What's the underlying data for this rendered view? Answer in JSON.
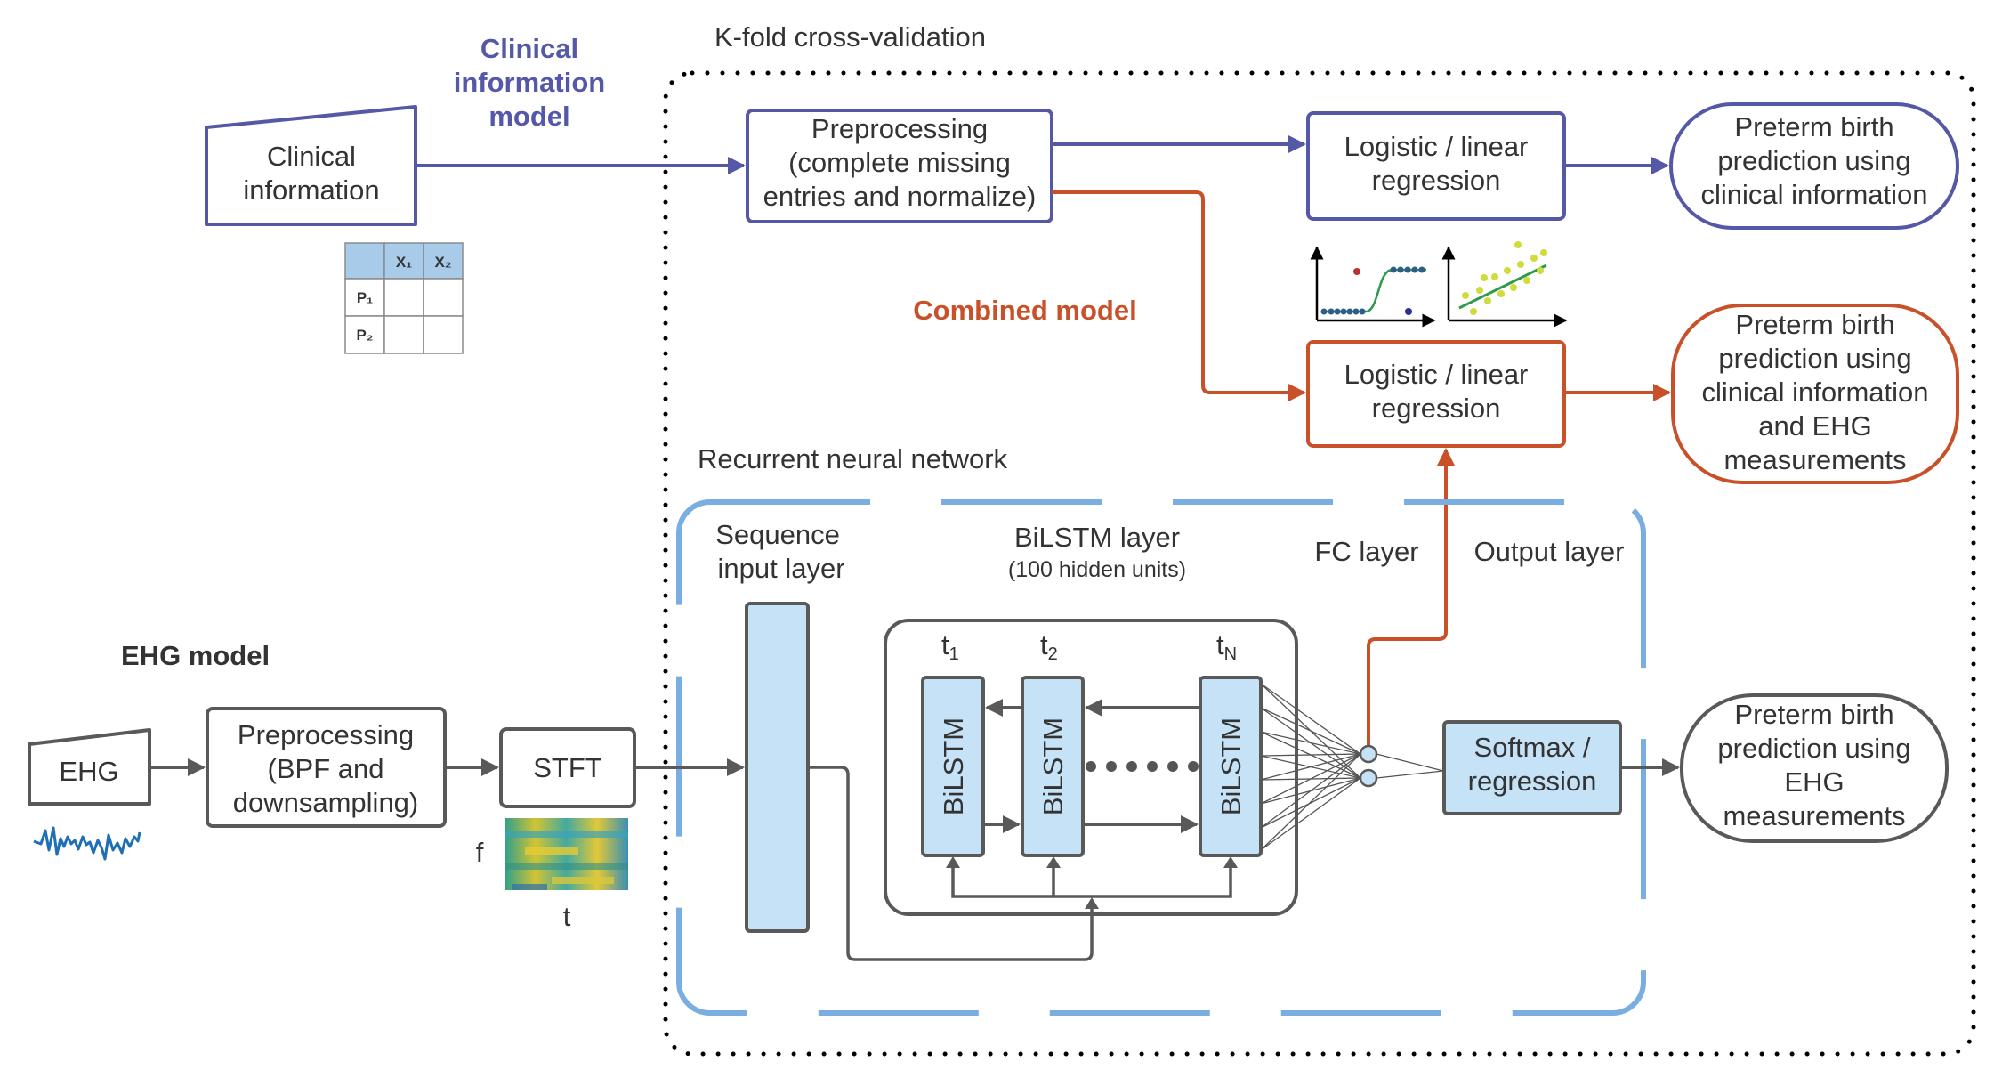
{
  "colors": {
    "clinical": "#5558a6",
    "combined": "#c8512a",
    "ehg": "#595959",
    "rnn": "#7aaee0",
    "box_fill": "#c5e2f6",
    "signal": "#1f6fb5"
  },
  "cv": {
    "title": "K-fold cross-validation"
  },
  "clinical": {
    "model_title": [
      "Clinical",
      "information",
      "model"
    ],
    "input": [
      "Clinical",
      "information"
    ],
    "table": {
      "cols": [
        "X₁",
        "X₂"
      ],
      "rows": [
        "P₁",
        "P₂"
      ]
    },
    "preprocessing": [
      "Preprocessing",
      "(complete missing",
      "entries and normalize)"
    ],
    "regression": [
      "Logistic /  linear",
      "regression"
    ],
    "output": [
      "Preterm birth",
      "prediction using",
      "clinical information"
    ]
  },
  "combined": {
    "title": "Combined model",
    "regression": [
      "Logistic /  linear",
      "regression"
    ],
    "output": [
      "Preterm birth",
      "prediction using",
      "clinical information",
      "and EHG",
      "measurements"
    ]
  },
  "ehg": {
    "title": "EHG model",
    "input": "EHG",
    "preprocessing": [
      "Preprocessing",
      "(BPF and",
      "downsampling)"
    ],
    "stft": "STFT",
    "axis_f": "f",
    "axis_t": "t",
    "output": [
      "Preterm birth",
      "prediction using",
      "EHG",
      "measurements"
    ]
  },
  "rnn": {
    "title": "Recurrent neural network",
    "sequence_input": [
      "Sequence",
      "input layer"
    ],
    "bilstm_layer": "BiLSTM layer",
    "bilstm_units": "(100 hidden units)",
    "fc_layer": "FC layer",
    "output_layer": "Output layer",
    "cells": [
      {
        "label": "BiLSTM",
        "time": "t",
        "sub": "1"
      },
      {
        "label": "BiLSTM",
        "time": "t",
        "sub": "2"
      },
      {
        "label": "BiLSTM",
        "time": "t",
        "sub": "N"
      }
    ],
    "softmax": [
      "Softmax /",
      "regression"
    ]
  }
}
